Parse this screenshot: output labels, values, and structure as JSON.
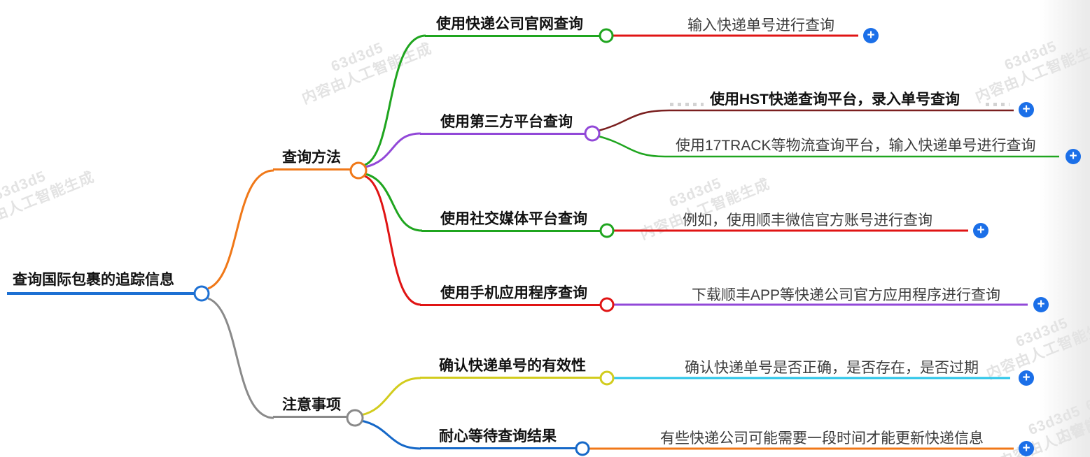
{
  "watermark": {
    "line1": "63d3d5",
    "line2": "内容由人工智能生成"
  },
  "icons": {
    "plus": "+"
  },
  "colors": {
    "root_blue": "#1d70d3",
    "orange": "#f07818",
    "gray": "#8a8a8a",
    "green": "#1fa51f",
    "purple": "#9248d8",
    "red": "#e01414",
    "darkred": "#7a1f1f",
    "yellow": "#d2cc1d",
    "cyan": "#28c4e8",
    "blue": "#1568c8",
    "plus_button": "#1b6fe8",
    "watermark_gray": "#e3e3e3"
  },
  "map": {
    "root": {
      "label": "查询国际包裹的追踪信息"
    },
    "branches": [
      {
        "label": "查询方法",
        "children": [
          {
            "label": "使用快递公司官网查询",
            "leaves": [
              {
                "label": "输入快递单号进行查询"
              }
            ]
          },
          {
            "label": "使用第三方平台查询",
            "leaves": [
              {
                "label": "使用HST快递查询平台，录入单号查询"
              },
              {
                "label": "使用17TRACK等物流查询平台，输入快递单号进行查询"
              }
            ]
          },
          {
            "label": "使用社交媒体平台查询",
            "leaves": [
              {
                "label": "例如，使用顺丰微信官方账号进行查询"
              }
            ]
          },
          {
            "label": "使用手机应用程序查询",
            "leaves": [
              {
                "label": "下载顺丰APP等快递公司官方应用程序进行查询"
              }
            ]
          }
        ]
      },
      {
        "label": "注意事项",
        "children": [
          {
            "label": "确认快递单号的有效性",
            "leaves": [
              {
                "label": "确认快递单号是否正确，是否存在，是否过期"
              }
            ]
          },
          {
            "label": "耐心等待查询结果",
            "leaves": [
              {
                "label": "有些快递公司可能需要一段时间才能更新快递信息"
              }
            ]
          }
        ]
      }
    ]
  }
}
